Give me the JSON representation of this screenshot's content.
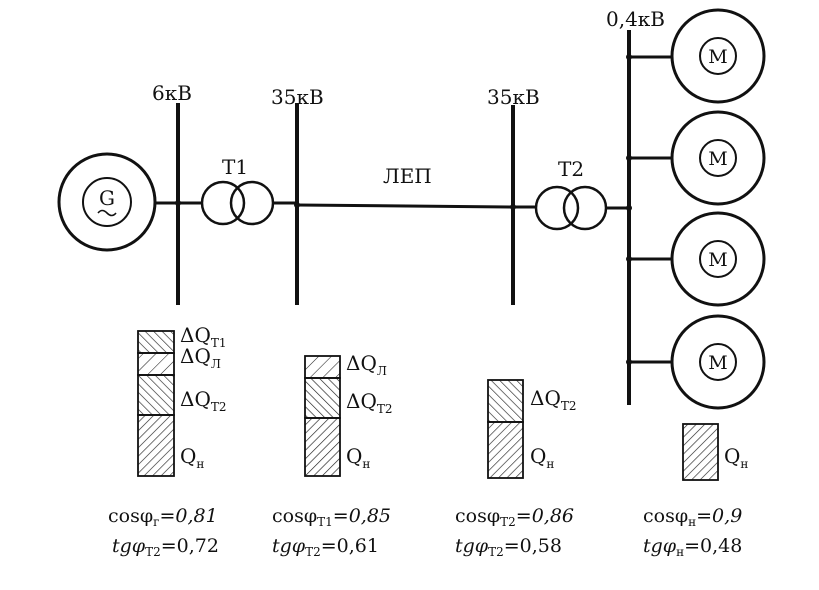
{
  "buses": [
    {
      "voltage": "6кВ"
    },
    {
      "voltage": "35кВ"
    },
    {
      "voltage": "35кВ"
    },
    {
      "voltage": "0,4кВ"
    }
  ],
  "generator": {
    "symbol": "G"
  },
  "transformers": [
    {
      "label": "T1"
    },
    {
      "label": "T2"
    }
  ],
  "line": {
    "label": "ЛЕП"
  },
  "motors": [
    {
      "symbol": "M"
    },
    {
      "symbol": "M"
    },
    {
      "symbol": "M"
    },
    {
      "symbol": "M"
    }
  ],
  "stacks": [
    {
      "segments": [
        {
          "main": "ΔQ",
          "sub": "T1"
        },
        {
          "main": "ΔQ",
          "sub": "Л"
        },
        {
          "main": "ΔQ",
          "sub": "T2"
        },
        {
          "main": "Q",
          "sub": "н"
        }
      ]
    },
    {
      "segments": [
        {
          "main": "ΔQ",
          "sub": "Л"
        },
        {
          "main": "ΔQ",
          "sub": "T2"
        },
        {
          "main": "Q",
          "sub": "н"
        }
      ]
    },
    {
      "segments": [
        {
          "main": "ΔQ",
          "sub": "T2"
        },
        {
          "main": "Q",
          "sub": "н"
        }
      ]
    },
    {
      "segments": [
        {
          "main": "Q",
          "sub": "н"
        }
      ]
    }
  ],
  "formulas": [
    {
      "cos_fn": "cosφ",
      "cos_sub": "г",
      "cos_val": "=0,81",
      "tg_fn": "tgφ",
      "tg_sub": "T2",
      "tg_val": "=0,72"
    },
    {
      "cos_fn": "cosφ",
      "cos_sub": "T1",
      "cos_val": "=0,85",
      "tg_fn": "tgφ",
      "tg_sub": "T2",
      "tg_val": "=0,61"
    },
    {
      "cos_fn": "cosφ",
      "cos_sub": "T2",
      "cos_val": "=0,86",
      "tg_fn": "tgφ",
      "tg_sub": "T2",
      "tg_val": "=0,58"
    },
    {
      "cos_fn": "cosφ",
      "cos_sub": "н",
      "cos_val": "=0,9",
      "tg_fn": "tgφ",
      "tg_sub": "н",
      "tg_val": "=0,48"
    }
  ]
}
